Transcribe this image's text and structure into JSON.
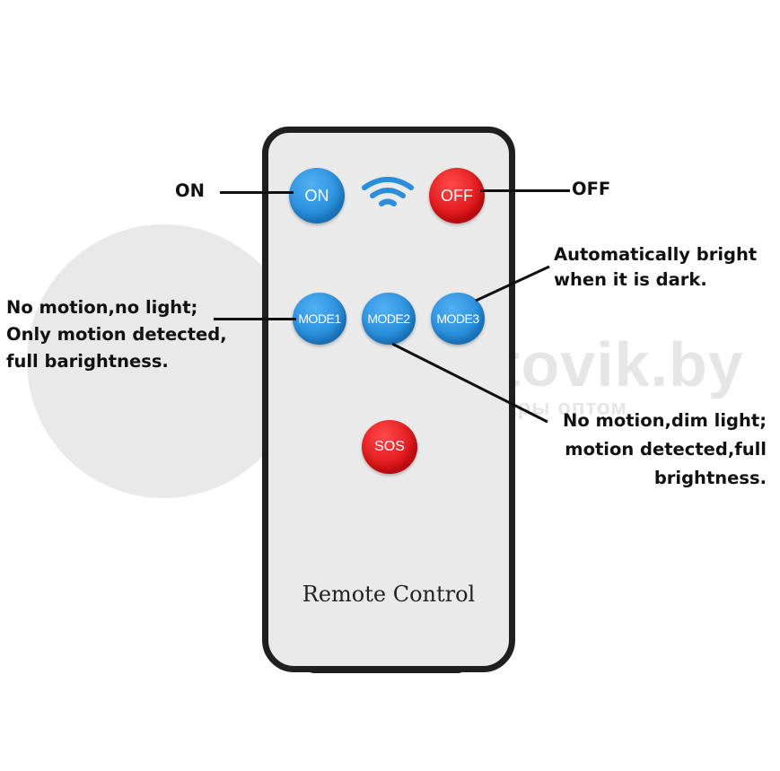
{
  "watermark": {
    "brand": "BelOptovik.by",
    "tagline": "популярные товары оптом"
  },
  "remote": {
    "buttons": {
      "on": "ON",
      "off": "OFF",
      "mode1": "MODE1",
      "mode2": "MODE2",
      "mode3": "MODE3",
      "sos": "SOS"
    },
    "label": "Remote Control"
  },
  "callouts": {
    "on": "ON",
    "off": "OFF",
    "mode3": [
      "Automatically bright",
      "when it is dark."
    ],
    "mode1": [
      "No motion,no light;",
      "Only motion detected,",
      "full barightness."
    ],
    "mode2": [
      "No motion,dim light;",
      "motion detected,full",
      "brightness."
    ]
  },
  "colors": {
    "blue_button": "#2a90dc",
    "red_button": "#e0141a",
    "remote_body": "#eaeaea",
    "remote_frame": "#1f1f1f"
  },
  "icons": [
    "wifi-signal-icon"
  ]
}
